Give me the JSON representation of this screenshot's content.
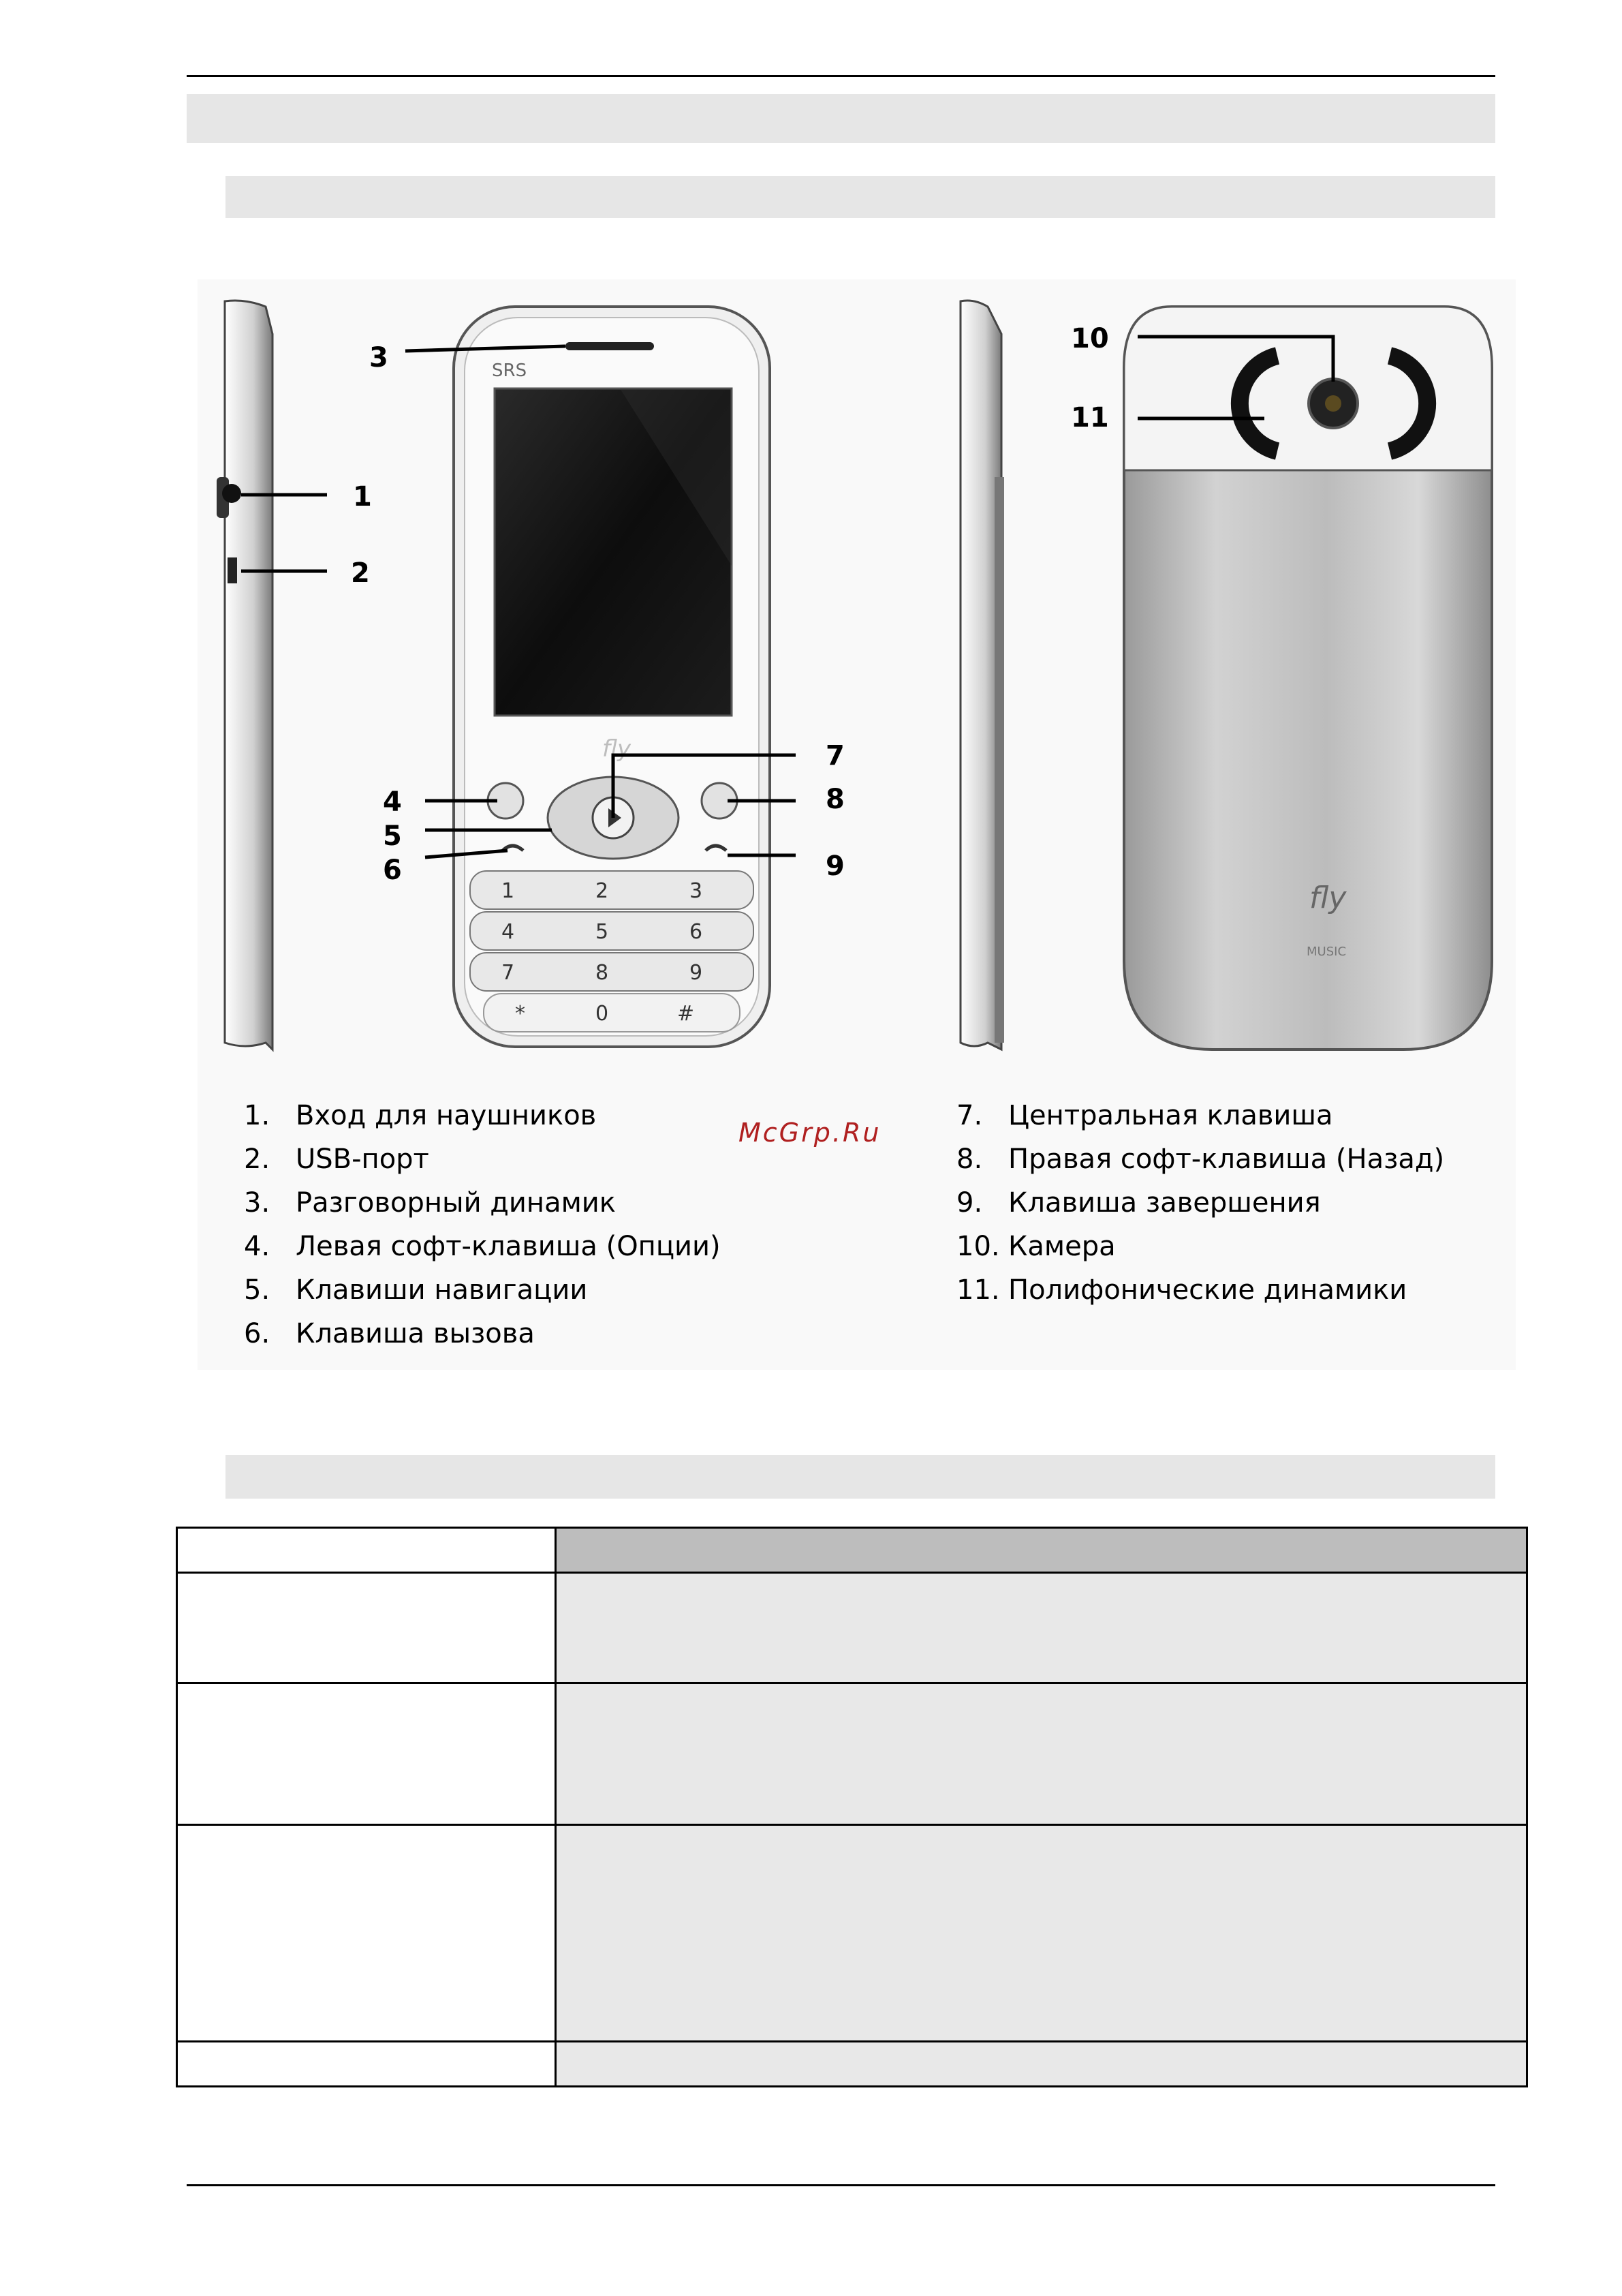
{
  "watermark": "McGrp.Ru",
  "figure": {
    "callouts": [
      "1",
      "2",
      "3",
      "4",
      "5",
      "6",
      "7",
      "8",
      "9",
      "10",
      "11"
    ],
    "keypad": [
      "1",
      "2",
      "3",
      "4",
      "5",
      "6",
      "7",
      "8",
      "9",
      "*",
      "0",
      "#"
    ],
    "brand_front": "fly",
    "brand_back": "fly",
    "music_label": "MUSIC"
  },
  "legend_left": [
    {
      "num": "1.",
      "text": "Вход для наушников"
    },
    {
      "num": "2.",
      "text": "USB-порт"
    },
    {
      "num": "3.",
      "text": "Разговорный динамик"
    },
    {
      "num": "4.",
      "text": "Левая софт-клавиша (Опции)"
    },
    {
      "num": "5.",
      "text": "Клавиши навигации"
    },
    {
      "num": "6.",
      "text": "Клавиша вызова"
    }
  ],
  "legend_right": [
    {
      "num": "7.",
      "text": "Центральная клавиша"
    },
    {
      "num": "8.",
      "text": "Правая софт-клавиша (Назад)"
    },
    {
      "num": "9.",
      "text": "Клавиша завершения"
    },
    {
      "num": "10.",
      "text": "Камера"
    },
    {
      "num": "11.",
      "text": "Полифонические динамики"
    }
  ]
}
